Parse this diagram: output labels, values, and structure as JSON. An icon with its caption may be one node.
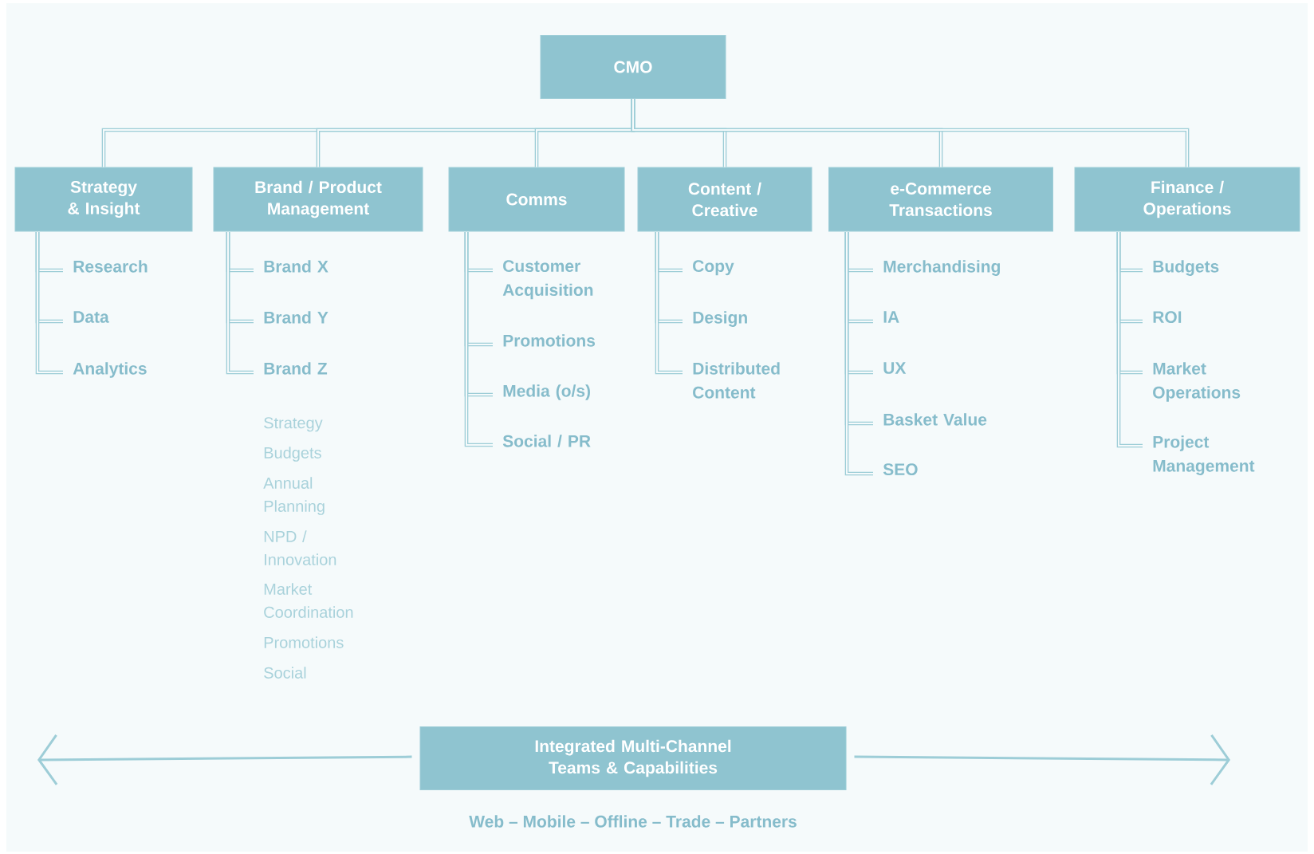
{
  "diagram": {
    "nodes": [
      {
        "text": [
          "CMO"
        ]
      },
      {
        "text": [
          "Strategy & Insight"
        ]
      },
      {
        "text": [
          "Brand / Product Management"
        ]
      },
      {
        "text": [
          "Comms"
        ]
      },
      {
        "text": [
          "Content / Creative"
        ]
      },
      {
        "text": [
          "e-Commerce Transactions"
        ]
      },
      {
        "text": [
          "Finance / Operations"
        ]
      },
      {
        "text": [
          "Research"
        ]
      },
      {
        "text": [
          "Data"
        ]
      },
      {
        "text": [
          "Analytics"
        ]
      },
      {
        "text": [
          "Brand X"
        ]
      },
      {
        "text": [
          "Brand Y"
        ]
      },
      {
        "text": [
          "Brand Z"
        ]
      },
      {
        "text": [
          "Customer Acquisition"
        ]
      },
      {
        "text": [
          "Promotions"
        ]
      },
      {
        "text": [
          "Media (o/s)"
        ]
      },
      {
        "text": [
          "Social / PR"
        ]
      },
      {
        "text": [
          "Copy"
        ]
      },
      {
        "text": [
          "Design"
        ]
      },
      {
        "text": [
          "Distributed Content"
        ]
      },
      {
        "text": [
          "Merchandising"
        ]
      },
      {
        "text": [
          "IA"
        ]
      },
      {
        "text": [
          "UX"
        ]
      },
      {
        "text": [
          "Basket Value"
        ]
      },
      {
        "text": [
          "SEO"
        ]
      },
      {
        "text": [
          "Budgets"
        ]
      },
      {
        "text": [
          "ROI"
        ]
      },
      {
        "text": [
          "Market Operations"
        ]
      },
      {
        "text": [
          "Project Management"
        ]
      },
      {
        "text": [
          "Integrated Multi-Channel Teams & Capabilities"
        ]
      }
    ],
    "edges": [
      {
        "from": 0,
        "to": 1,
        "arrow": "none"
      },
      {
        "from": 0,
        "to": 2,
        "arrow": "none"
      },
      {
        "from": 0,
        "to": 3,
        "arrow": "none"
      },
      {
        "from": 0,
        "to": 4,
        "arrow": "none"
      },
      {
        "from": 0,
        "to": 5,
        "arrow": "none"
      },
      {
        "from": 0,
        "to": 6,
        "arrow": "none"
      },
      {
        "from": 1,
        "to": 7,
        "arrow": "none"
      },
      {
        "from": 1,
        "to": 8,
        "arrow": "none"
      },
      {
        "from": 1,
        "to": 9,
        "arrow": "none"
      },
      {
        "from": 2,
        "to": 10,
        "arrow": "none"
      },
      {
        "from": 2,
        "to": 11,
        "arrow": "none"
      },
      {
        "from": 2,
        "to": 12,
        "arrow": "none"
      },
      {
        "from": 3,
        "to": 13,
        "arrow": "none"
      },
      {
        "from": 3,
        "to": 14,
        "arrow": "none"
      },
      {
        "from": 3,
        "to": 15,
        "arrow": "none"
      },
      {
        "from": 3,
        "to": 16,
        "arrow": "none"
      },
      {
        "from": 4,
        "to": 17,
        "arrow": "none"
      },
      {
        "from": 4,
        "to": 18,
        "arrow": "none"
      },
      {
        "from": 4,
        "to": 19,
        "arrow": "none"
      },
      {
        "from": 5,
        "to": 20,
        "arrow": "none"
      },
      {
        "from": 5,
        "to": 21,
        "arrow": "none"
      },
      {
        "from": 5,
        "to": 22,
        "arrow": "none"
      },
      {
        "from": 5,
        "to": 23,
        "arrow": "none"
      },
      {
        "from": 5,
        "to": 24,
        "arrow": "none"
      },
      {
        "from": 6,
        "to": 25,
        "arrow": "none"
      },
      {
        "from": 6,
        "to": 26,
        "arrow": "none"
      },
      {
        "from": 6,
        "to": 27,
        "arrow": "none"
      },
      {
        "from": 6,
        "to": 28,
        "arrow": "none"
      },
      {
        "from": 29,
        "to": null,
        "arrow": "to"
      },
      {
        "from": 29,
        "to": null,
        "arrow": "to"
      }
    ],
    "labels": [
      "Strategy",
      "Budgets",
      "Annual Planning",
      "NPD / Innovation",
      "Market Coordination",
      "Promotions",
      "Social",
      "Web – Mobile – Offline – Trade – Partners"
    ]
  }
}
